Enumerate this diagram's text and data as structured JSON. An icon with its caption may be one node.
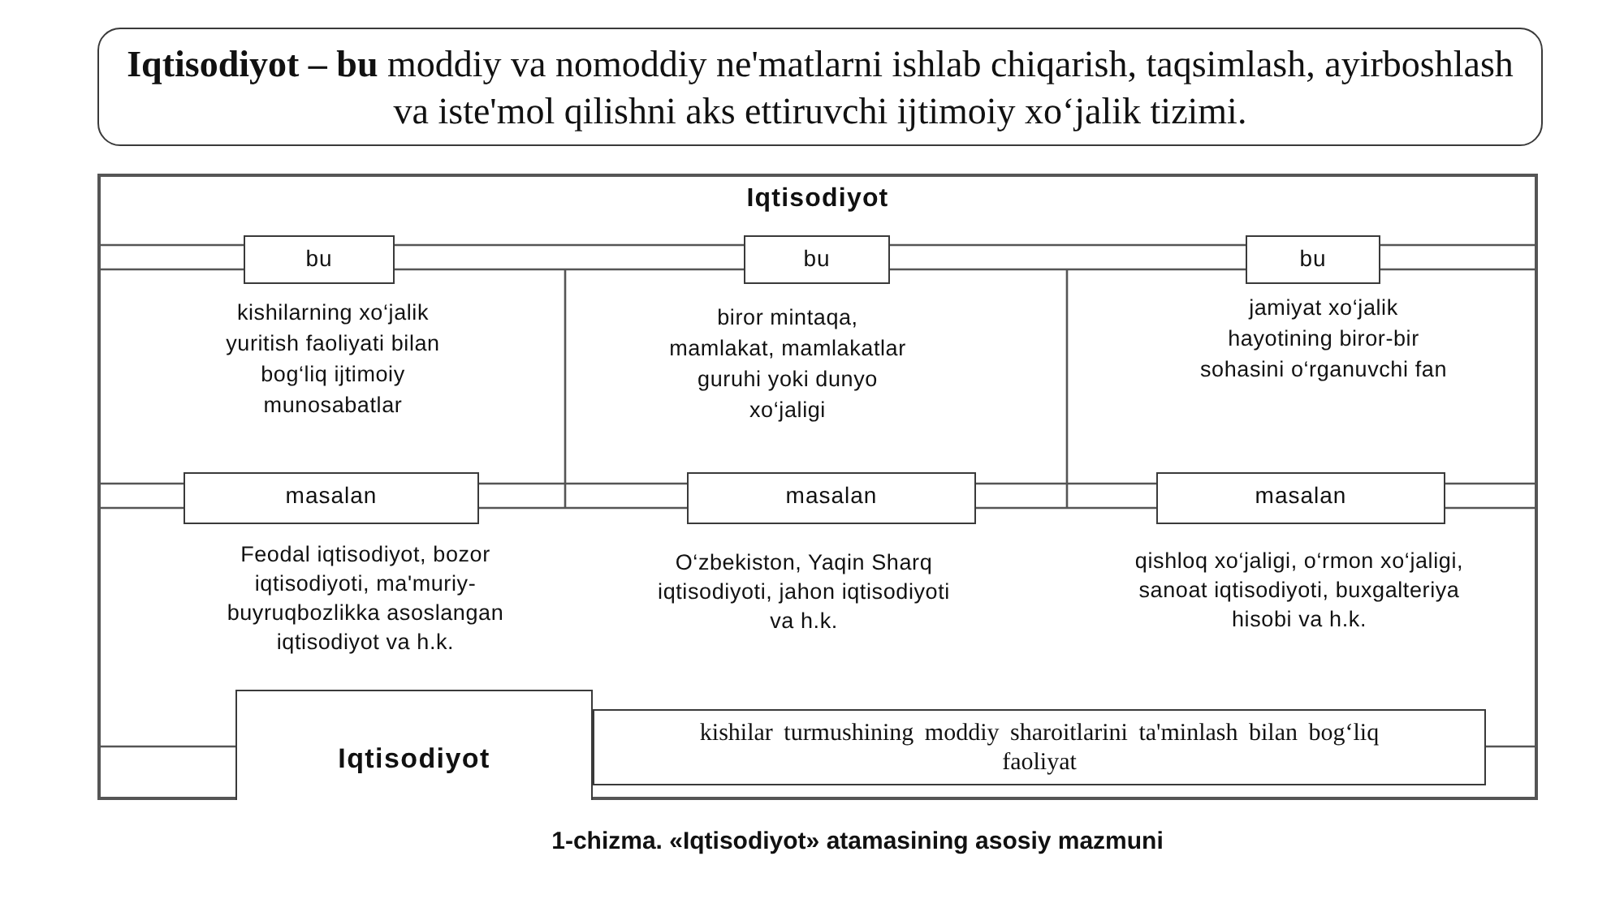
{
  "diagram": {
    "caption": "1-chizma. «Iqtisodiyot» atamasining asosiy mazmuni",
    "nodes": [
      {
        "text": [
          "**Iqtisodiyot – bu** moddiy va nomoddiy ne'matlarni ishlab chiqarish, taqsimlash, ayirboshlash va iste'mol qilishni aks ettiruvchi ijtimoiy xo‘jalik tizimi."
        ]
      },
      {
        "text": [
          "Iqtisodiyot"
        ]
      },
      {
        "text": [
          "bu"
        ],
        "in": 1,
        "beside": [
          "kishilarning xo‘jalik yuritish faoliyati bilan bog‘liq ijtimoiy munosabatlar"
        ]
      },
      {
        "text": [
          "bu"
        ],
        "in": 1,
        "beside": [
          "biror mintaqa, mamlakat, mamlakatlar guruhi yoki dunyo xo‘jaligi"
        ]
      },
      {
        "text": [
          "bu"
        ],
        "in": 1,
        "beside": [
          "jamiyat xo‘jalik hayotining biror-bir sohasini o‘rganuvchi fan"
        ]
      },
      {
        "text": [
          "masalan"
        ],
        "in": 1,
        "beside": [
          "Feodal iqtisodiyot, bozor iqtisodiyoti, ma'muriy-buyruqbozlikka asoslangan iqtisodiyot va h.k."
        ]
      },
      {
        "text": [
          "masalan"
        ],
        "in": 1,
        "beside": [
          "O‘zbekiston, Yaqin Sharq iqtisodiyoti, jahon iqtisodiyoti va h.k."
        ]
      },
      {
        "text": [
          "masalan"
        ],
        "in": 1,
        "beside": [
          "qishloq xo‘jaligi, o‘rmon xo‘jaligi, sanoat iqtisodiyoti, buxgalteriya hisobi va h.k."
        ]
      },
      {
        "text": [
          "Iqtisodiyot"
        ],
        "in": 1
      },
      {
        "text": [
          "kishilar turmushining moddiy sharoitlarini ta'minlash bilan bog‘liq faoliyat"
        ],
        "in": 1
      }
    ]
  }
}
